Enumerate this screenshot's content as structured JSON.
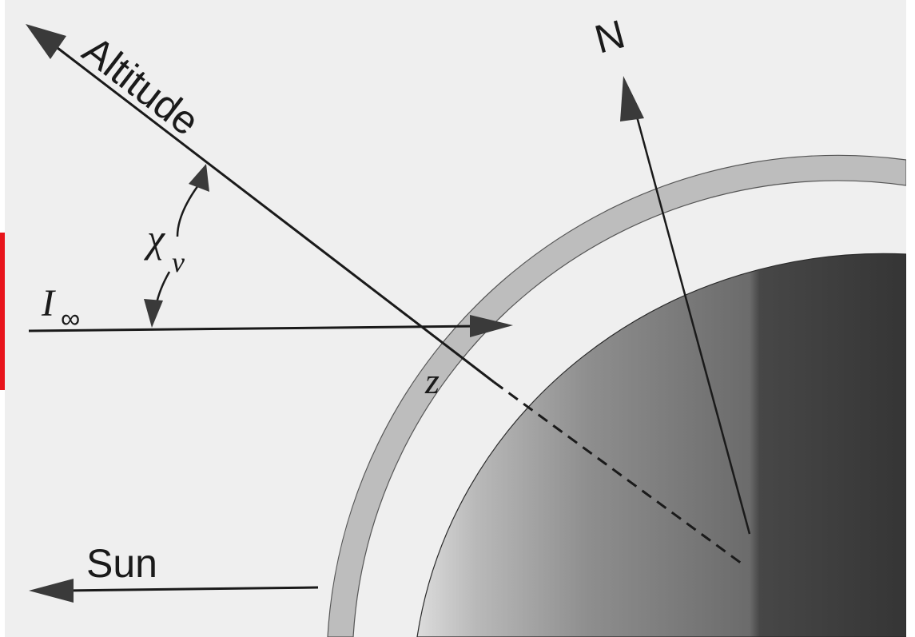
{
  "labels": {
    "altitude": "Altitude",
    "north": "N",
    "chi": "χ",
    "nu": "ν",
    "intensity": "I",
    "infinity": "∞",
    "point": "z",
    "sun": "Sun"
  },
  "colors": {
    "background": "#efefef",
    "ink": "#1a1a1a",
    "edge_marker": "#e8141b",
    "atmosphere_shell": "#bdbdbd",
    "planet_light": "#d8d8d8",
    "planet_dark": "#3a3a3a"
  }
}
